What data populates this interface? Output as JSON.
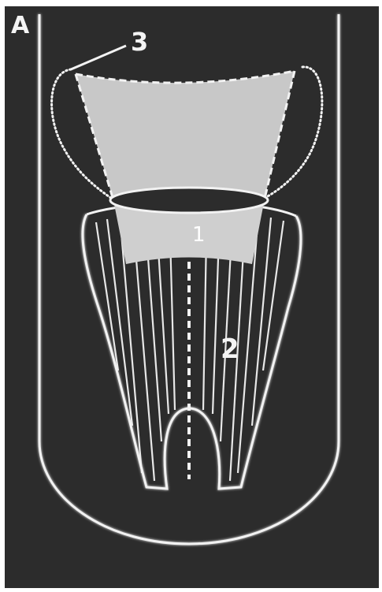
{
  "panel_label": "A",
  "labels": {
    "region_1": "1",
    "region_2": "2",
    "region_3": "3"
  },
  "colors": {
    "background": "#2c2c2c",
    "outline": "#f2f2f2",
    "shaded_region": "#c8c8c8",
    "label_text": "#f4f4f4"
  }
}
